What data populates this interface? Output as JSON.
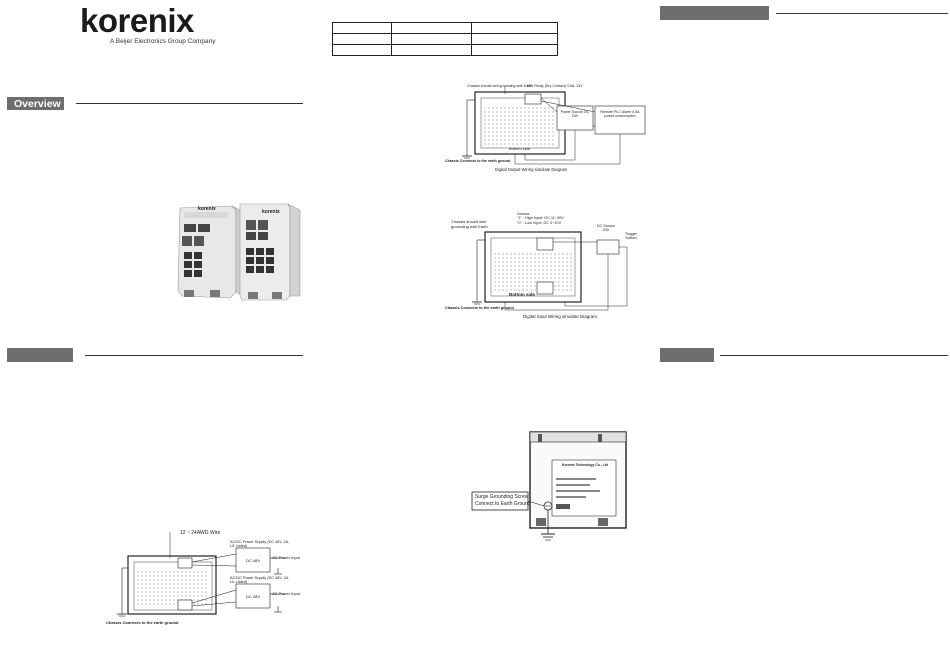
{
  "brand": {
    "logo_text": "korenix",
    "tagline": "A Beijer Electronics Group Company"
  },
  "sections": {
    "overview": "Overview",
    "left_second": "",
    "right_top": "",
    "right_second": ""
  },
  "spec_table": {
    "rows": [
      [
        "",
        "",
        ""
      ],
      [
        "",
        "",
        ""
      ],
      [
        "",
        "",
        ""
      ]
    ]
  },
  "power_diagram": {
    "wire_label": "12 ~ 24AWG Wire",
    "supply1_label": "AC/DC Power Supply (DC 48V, 2A, UL Listed)",
    "supply2_label": "AC/DC Power Supply (DC 48V, 2A, UL Listed)",
    "dc_48v_1": "DC 48V",
    "dc_48v_2": "DC 48V",
    "power_input_1": "AC Power Input",
    "power_input_2": "AC Power Input",
    "chassis_label": "Chassis Connects to the earth ground"
  },
  "do_diagram": {
    "top_label_1": "Chassis should well grounding with Earth",
    "top_label_2": "DO: Relay (Dry Contact)  0.5A, 24V",
    "box1": "Power Source DC 24V",
    "box2": "Remote PLC Alarm 0.5A power consumption",
    "bottom_side": "Bottom side",
    "chassis_label": "Chassis Connects to the earth ground",
    "caption": "Digital Output Wiring simulate Diagram"
  },
  "di_diagram": {
    "label_chassis": "Chassis should well grounding with Earth",
    "sensor": "Sensor",
    "high_input": "\"1\" : High Input: DC 11~30V",
    "low_input": "\"0\" : Low Input: DC 0~10V",
    "dc_source": "DC Source 24V",
    "trigger": "Trigger Switch",
    "bottom_side": "Bottom side",
    "chassis_label": "Chassis Connects to the earth ground",
    "caption": "Digital Input Wiring simulate Diagram"
  },
  "grounding": {
    "label_line1": "Surge Grounding Screw",
    "label_line2": "Connect to Earth Ground",
    "plate_company": "Korenix Technology Co., Ltd"
  },
  "photo": {
    "unit_brand_left": "korenix",
    "unit_brand_right": "korenix"
  },
  "colors": {
    "section_tab": "#6e6e6e",
    "rule": "#333333",
    "text": "#222222"
  }
}
